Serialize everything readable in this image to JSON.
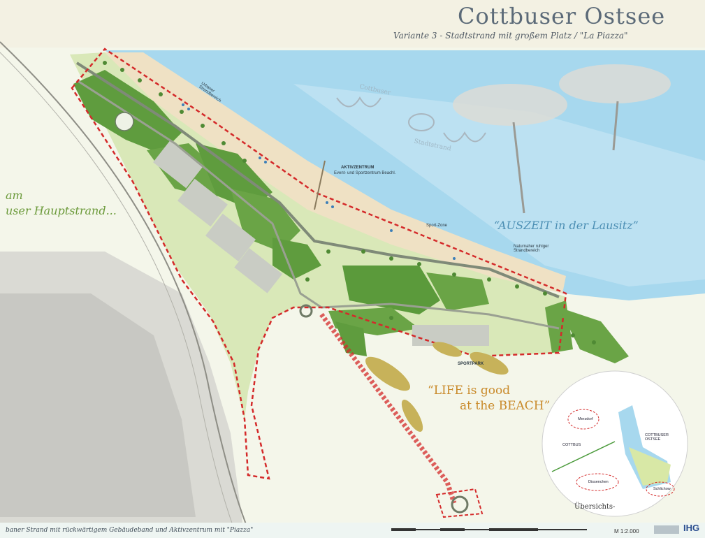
{
  "header": {
    "title": "Cottbuser Ostsee",
    "subtitle": "Variante 3 - Stadtstrand mit großem Platz / \"La Piazza\""
  },
  "slogans": {
    "left_line1": "am",
    "left_line2": "user Hauptstrand...",
    "auszeit": "“AUSZEIT in der Lausitz”",
    "life_line1": "“LIFE is good",
    "life_line2": "at the BEACH”",
    "wow_small1": "Cottbuser",
    "wow_small2": "Stadtstrand"
  },
  "map_labels": {
    "urbaner_strand": "Urbaner Strandbereich",
    "aktivzentrum": "AKTIVZENTRUM",
    "aktivzentrum_sub": "Event- und Sportzentrum Beachl.",
    "sport_zone": "Sport-Zone",
    "naturnaher_strand": "Naturnaher ruhiger Strandbereich",
    "sportpark": "SPORTPARK"
  },
  "overview": {
    "title": "Übersichts-",
    "cottbus": "COTTBUS",
    "merzdorf": "Merzdorf",
    "ostsee": "COTTBUSER OSTSEE",
    "dissenchen": "Dissenchen",
    "schlichow": "Schlichow"
  },
  "footer": {
    "caption": "baner Strand mit rückwärtigem Gebäudeband und Aktivzentrum mit \"Piazza\"",
    "scale": "M 1:2.000",
    "logo": "IHG"
  },
  "colors": {
    "water": "#9fd3ec",
    "sand": "#f0e3c8",
    "green_dark": "#5c9a3c",
    "green_light": "#c6dea0",
    "boundary": "#d42a2a",
    "title_text": "#5b6a78"
  }
}
